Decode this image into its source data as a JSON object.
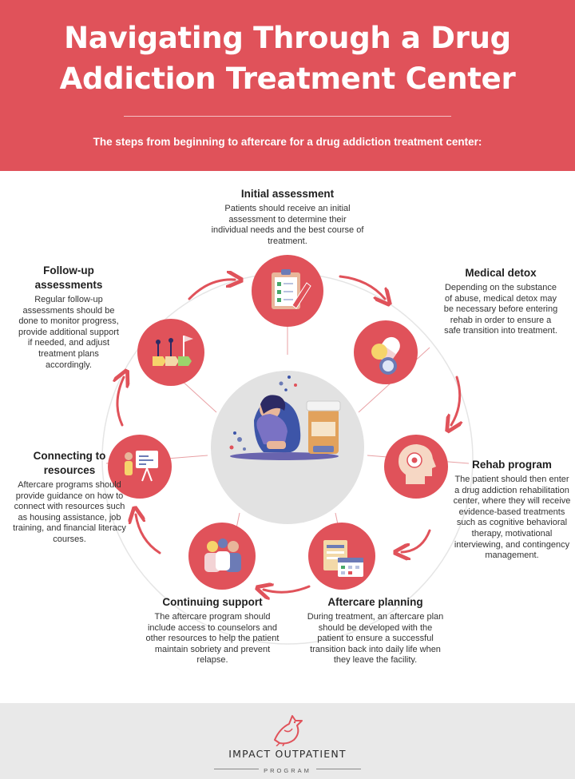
{
  "header": {
    "title_line1": "Navigating Through a Drug",
    "title_line2": "Addiction Treatment Center",
    "subtitle": "The steps from beginning to aftercare for a drug addiction treatment center:"
  },
  "steps": [
    {
      "title": "Initial assessment",
      "description": "Patients should receive an initial assessment to determine their individual needs and the best course of treatment.",
      "icon": "clipboard-checklist-icon"
    },
    {
      "title": "Medical detox",
      "description": "Depending on the substance of abuse, medical detox may be necessary before entering rehab in order to ensure a safe transition into treatment.",
      "icon": "pills-icon"
    },
    {
      "title": "Rehab program",
      "description": "The patient should then enter a drug addiction rehabilitation center, where they will receive evidence-based treatments such as cognitive behavioral therapy, motivational interviewing, and contingency management.",
      "icon": "head-brain-icon"
    },
    {
      "title": "Aftercare planning",
      "description": "During treatment, an aftercare plan should be developed with the patient to ensure a successful transition back into daily life when they leave the facility.",
      "icon": "calendar-plan-icon"
    },
    {
      "title": "Continuing support",
      "description": "The aftercare program should include access to counselors and other resources to help the patient maintain sobriety and prevent relapse.",
      "icon": "support-group-icon"
    },
    {
      "title": "Connecting to resources",
      "description": "Aftercare programs should provide guidance on how to connect with resources such as housing assistance, job training, and financial literacy courses.",
      "icon": "presentation-board-icon"
    },
    {
      "title": "Follow-up assessments",
      "description": "Regular follow-up assessments should be done to monitor progress, provide additional support if needed, and adjust treatment plans accordingly.",
      "icon": "progress-flag-icon"
    }
  ],
  "center": {
    "icon": "distressed-person-illustration"
  },
  "footer": {
    "brand": "IMPACT OUTPATIENT",
    "sub": "PROGRAM",
    "logo": "cardinal-bird-logo"
  },
  "colors": {
    "brand_red": "#e0525a",
    "footer_gray": "#e9e9e9",
    "ring_gray": "#e5e5e5",
    "center_gray": "#e2e2e2"
  }
}
